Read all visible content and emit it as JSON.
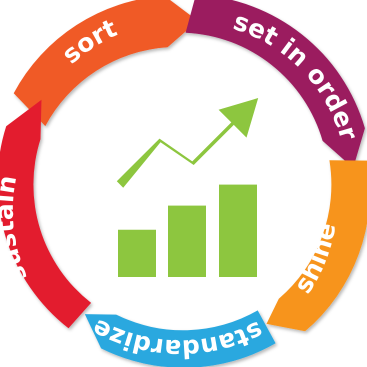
{
  "cycle": {
    "steps": [
      {
        "label": "sort",
        "color": "#f05a28"
      },
      {
        "label": "set in order",
        "color": "#9b1c5f"
      },
      {
        "label": "shine",
        "color": "#f7941d"
      },
      {
        "label": "standardize",
        "color": "#29a8df"
      },
      {
        "label": "sustain",
        "color": "#e31e2f"
      }
    ]
  },
  "center_icon": {
    "name": "growth-chart-icon",
    "color": "#8dc63f",
    "bar_levels": [
      0.45,
      0.68,
      0.88
    ]
  }
}
